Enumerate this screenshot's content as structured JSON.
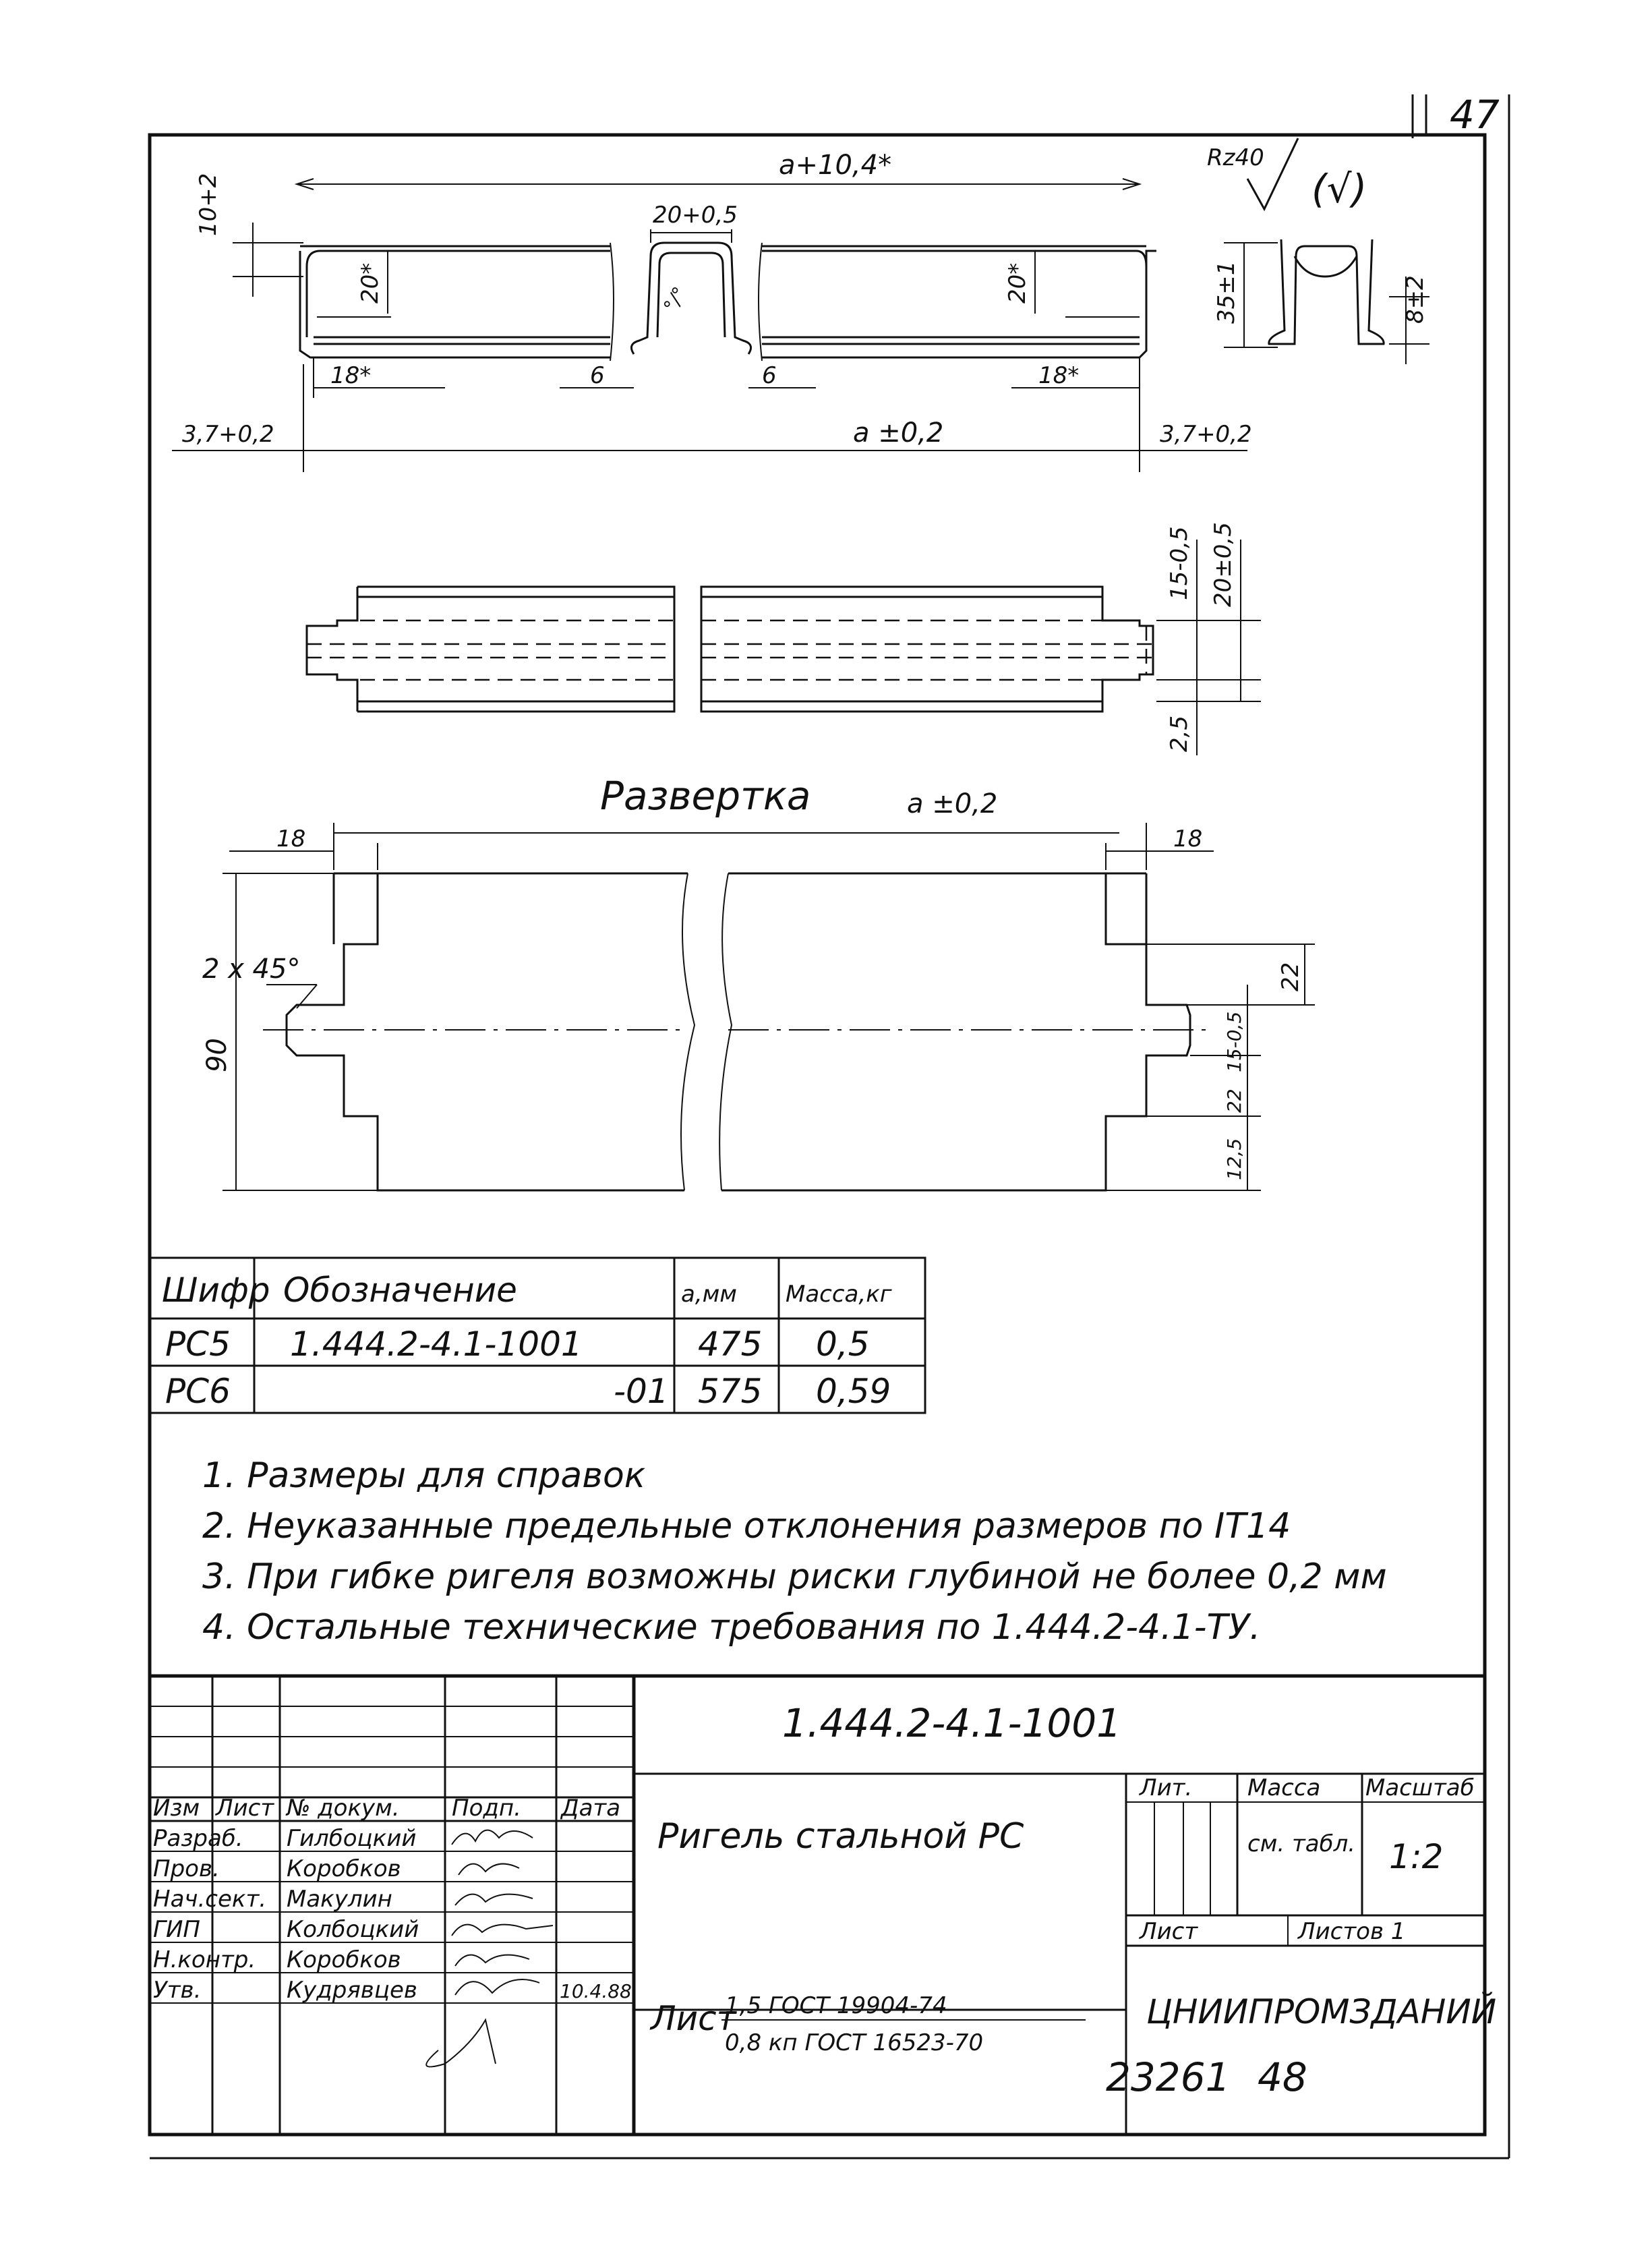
{
  "page_number": "47",
  "roughness": {
    "main": "Rz40",
    "paren": "(√)"
  },
  "section_view": {
    "dims": {
      "top_overall": "a+10,4*",
      "left_height": "10+2",
      "slot_width": "20+0,5",
      "bend_left": "20*",
      "bend_right": "20*",
      "slot_angle": "°/°",
      "gap_left": "6",
      "gap_right": "6",
      "tab_left": "18*",
      "tab_right": "18*",
      "overhang_left": "3,7+0,2",
      "overhang_right": "3,7+0,2",
      "nominal": "a ±0,2"
    },
    "side_profile": {
      "height": "35±1",
      "inner": "8±2"
    }
  },
  "top_view": {
    "dims": {
      "flange": "15-0,5",
      "height": "20±0,5",
      "edge": "2,5"
    }
  },
  "development": {
    "title": "Развертка",
    "dims": {
      "length": "a ±0,2",
      "tab_left": "18",
      "tab_right": "18",
      "chamfer": "2 x 45°",
      "height": "90",
      "r1": "22",
      "r2": "15-0,5",
      "r3": "22",
      "r4": "12,5"
    }
  },
  "spec_table": {
    "headers": [
      "Шифр",
      "Обозначение",
      "a,мм",
      "Масса,кг"
    ],
    "rows": [
      [
        "РС5",
        "1.444.2-4.1-1001",
        "475",
        "0,5"
      ],
      [
        "РС6",
        "-01",
        "575",
        "0,59"
      ]
    ]
  },
  "notes": [
    "1. Размеры для справок",
    "2. Неуказанные предельные отклонения размеров по IT14",
    "3. При гибке ригеля возможны риски глубиной не более 0,2 мм",
    "4. Остальные технические требования по 1.444.2-4.1-ТУ."
  ],
  "title_block": {
    "doc_code": "1.444.2-4.1-1001",
    "part_name": "Ригель стальной РС",
    "col_headers": [
      "Изм",
      "Лист",
      "№ докум.",
      "Подп.",
      "Дата"
    ],
    "roles": [
      {
        "role": "Разраб.",
        "name": "Гилбоцкий"
      },
      {
        "role": "Пров.",
        "name": "Коробков"
      },
      {
        "role": "Нач.сект.",
        "name": "Макулин"
      },
      {
        "role": "ГИП",
        "name": "Колбоцкий"
      },
      {
        "role": "Н.контр.",
        "name": "Коробков"
      },
      {
        "role": "Утв.",
        "name": "Кудрявцев"
      }
    ],
    "date": "10.4.88",
    "lit_label": "Лит.",
    "mass_label": "Масса",
    "scale_label": "Масштаб",
    "mass_value": "см. табл.",
    "scale_value": "1:2",
    "sheet_label": "Лист",
    "sheets_label": "Листов 1",
    "material_prefix": "Лист",
    "material_top": "1,5 ГОСТ 19904-74",
    "material_bottom": "0,8 кп ГОСТ 16523-70",
    "organization": "ЦНИИПРОМЗДАНИЙ"
  },
  "footer": {
    "archive_no": "23261",
    "sheet_no": "48"
  }
}
